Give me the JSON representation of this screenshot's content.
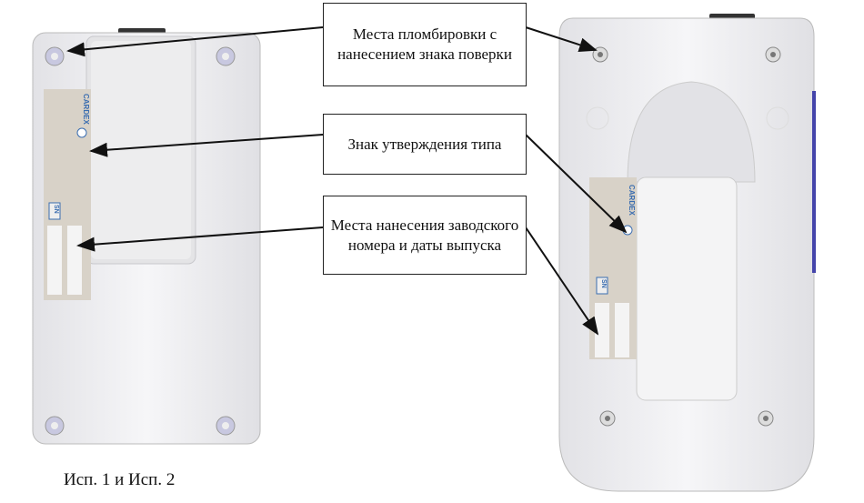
{
  "callouts": {
    "sealing": "Места пломбировки с нанесением знака поверки",
    "type_approval": "Знак утверждения типа",
    "serial": "Места нанесения заводского номера и даты выпуска"
  },
  "caption": "Исп. 1 и Исп. 2",
  "label": {
    "brand": "CARDEX",
    "sn": "SN"
  },
  "colors": {
    "label": "#d8d2c8",
    "label_text": "#3a6db0",
    "device": "#f0f0f2",
    "screw": "#c8c8e0"
  }
}
